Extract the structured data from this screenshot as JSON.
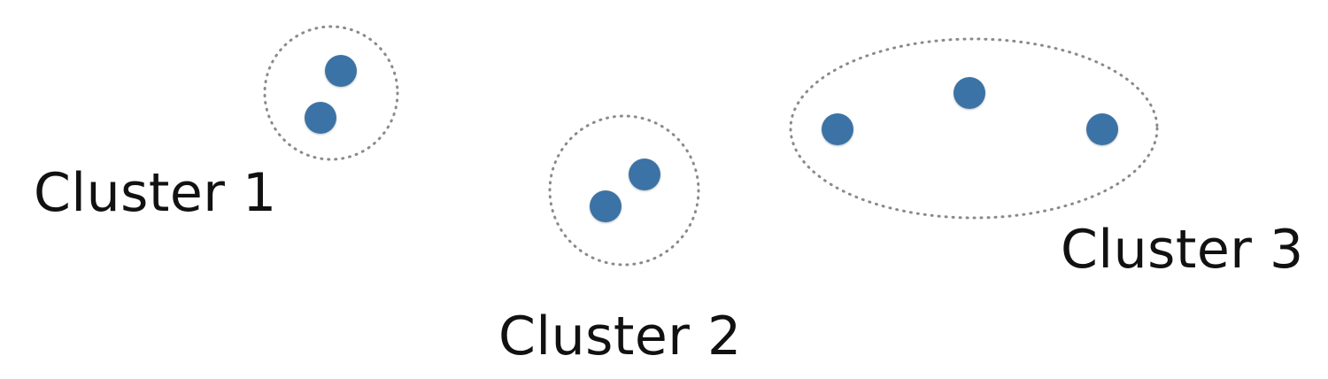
{
  "colors": {
    "point": "#3b73a6",
    "boundary": "#8a8a8a",
    "text": "#111111",
    "background": "#ffffff"
  },
  "clusters": [
    {
      "label": "Cluster 1",
      "point_count": 2
    },
    {
      "label": "Cluster 2",
      "point_count": 2
    },
    {
      "label": "Cluster 3",
      "point_count": 3
    }
  ]
}
